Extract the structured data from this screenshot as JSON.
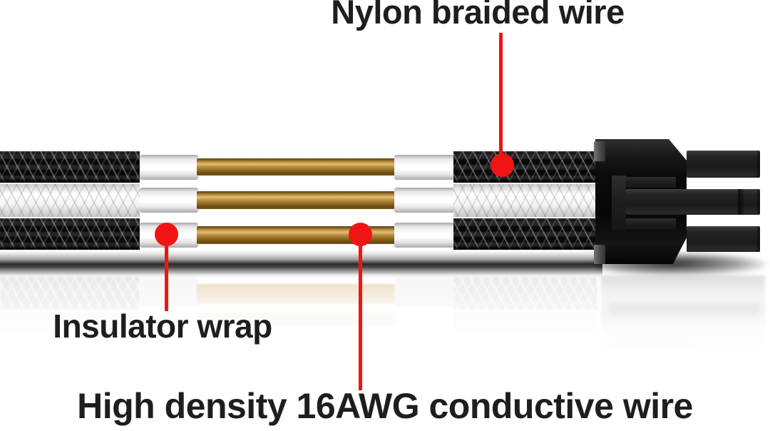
{
  "labels": {
    "nylon_braided_wire": "Nylon braided wire",
    "insulator_wrap": "Insulator wrap",
    "conductive_wire": "High density 16AWG conductive wire"
  },
  "colors": {
    "callout_red": "#f11414",
    "label_text": "#1e1e1e",
    "braid_black": "#141414",
    "braid_white": "#f1f1f1",
    "insulator_white": "#ffffff",
    "conductor_gold": "#b68e3c",
    "connector_black": "#0a0a0a",
    "background": "#ffffff"
  }
}
